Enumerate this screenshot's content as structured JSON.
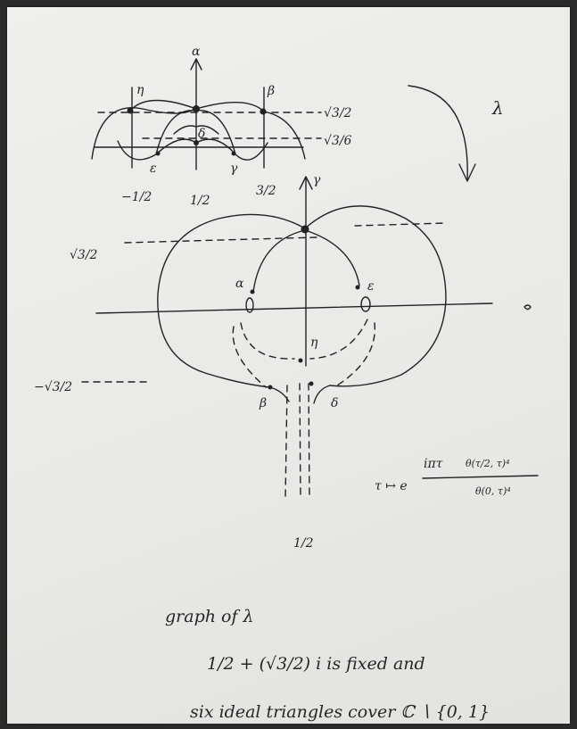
{
  "labels": {
    "alpha": "α",
    "beta": "β",
    "gamma": "γ",
    "delta": "δ",
    "epsilon": "ε",
    "eta": "η",
    "lambda": "λ",
    "sqrt3_over_2": "√3/2",
    "sqrt3_over_6": "√3/6",
    "neg_sqrt3_over_2": "−√3/2",
    "minus_half": "−1/2",
    "half": "1/2",
    "three_halves": "3/2"
  },
  "formula": {
    "map": "τ ↦ e",
    "exponent": "iπτ",
    "numerator": "θ(τ/2, τ)⁴",
    "denominator": "θ(0, τ)⁴"
  },
  "notes": {
    "line1": "graph of λ",
    "line2": "1/2 + (√3/2) i  is fixed and",
    "line3": "six ideal triangles cover ℂ ∖ {0, 1}"
  }
}
